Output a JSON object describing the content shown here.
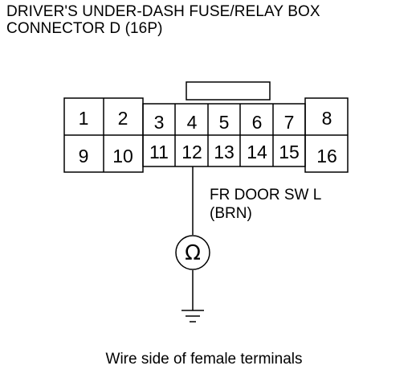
{
  "title": {
    "line1": "DRIVER'S UNDER-DASH FUSE/RELAY BOX",
    "line2": "CONNECTOR D (16P)"
  },
  "connector": {
    "top_row": [
      "1",
      "2",
      "3",
      "4",
      "5",
      "6",
      "7",
      "8"
    ],
    "bottom_row": [
      "9",
      "10",
      "11",
      "12",
      "13",
      "14",
      "15",
      "16"
    ]
  },
  "wire": {
    "name": "FR DOOR SW L",
    "color": "(BRN)"
  },
  "meter": {
    "symbol": "Ω",
    "icon": "ohmmeter-icon"
  },
  "ground": {
    "icon": "ground-icon"
  },
  "caption": "Wire side of female terminals"
}
